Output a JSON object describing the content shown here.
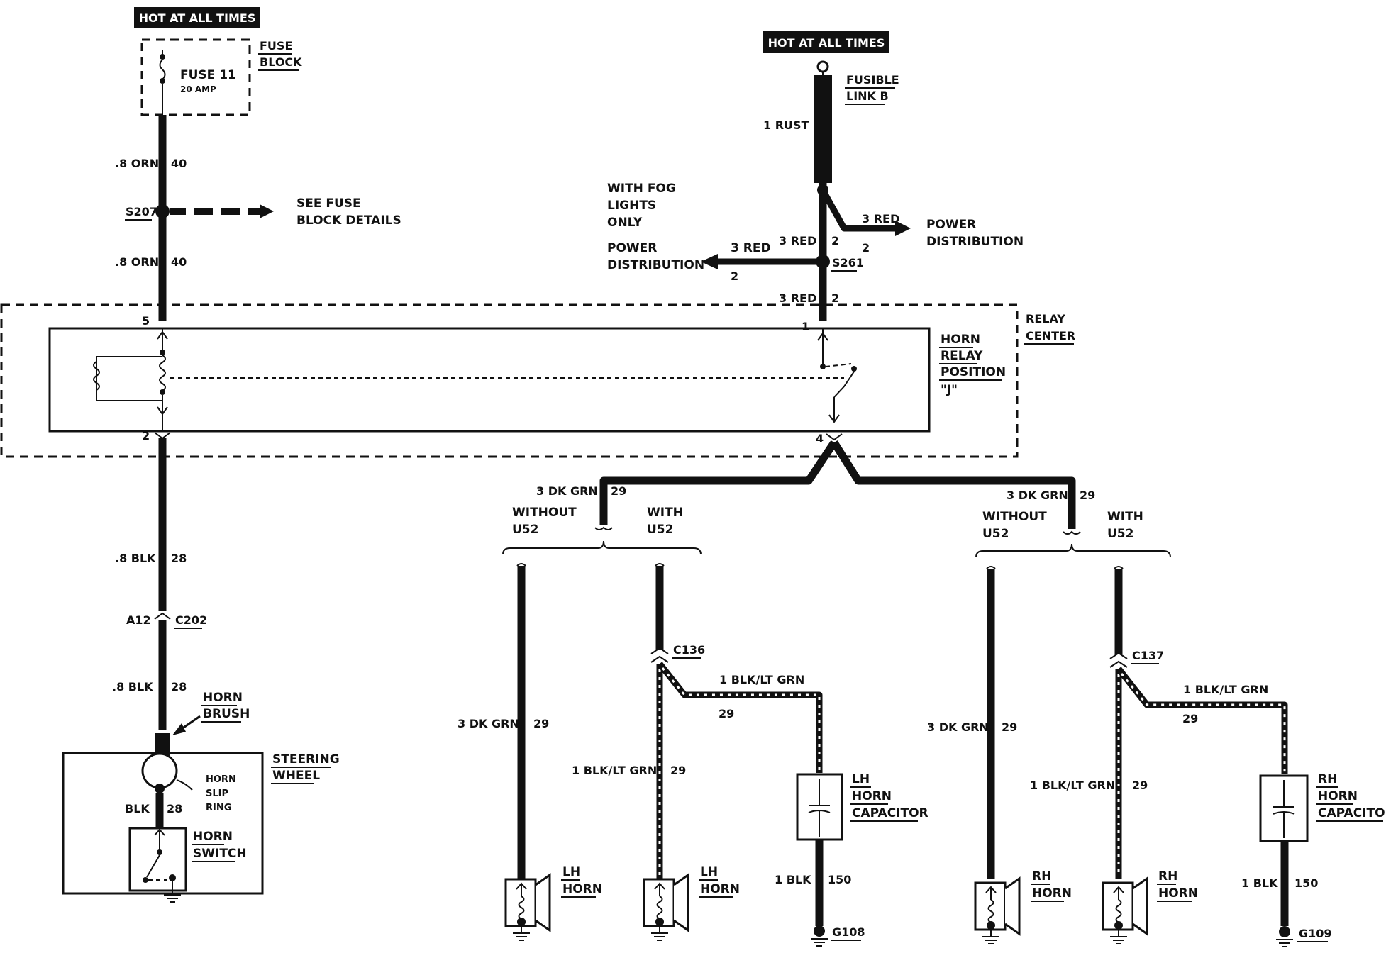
{
  "hot_labels": [
    "HOT AT ALL TIMES",
    "HOT AT ALL TIMES"
  ],
  "fuse": {
    "block_label": [
      "FUSE",
      "BLOCK"
    ],
    "name": "FUSE 11",
    "rating": "20 AMP"
  },
  "fusible_link": {
    "label": [
      "FUSIBLE",
      "LINK B"
    ],
    "wire": "1 RUST"
  },
  "splice_s207": {
    "name": "S207",
    "note": [
      "SEE FUSE",
      "BLOCK DETAILS"
    ]
  },
  "splice_s261": {
    "name": "S261"
  },
  "fog_note": [
    "WITH FOG",
    "LIGHTS",
    "ONLY"
  ],
  "power_distribution": [
    "POWER",
    "DISTRIBUTION"
  ],
  "relay_center": {
    "label": [
      "RELAY",
      "CENTER"
    ]
  },
  "horn_relay": {
    "label": [
      "HORN",
      "RELAY",
      "POSITION",
      "\"J\""
    ]
  },
  "pins": {
    "p5": "5",
    "p2": "2",
    "p1": "1",
    "p4": "4"
  },
  "wires": {
    "orn_size": ".8 ORN",
    "orn_circuit": "40",
    "red_size": "3 RED",
    "red_circuit": "2",
    "blk_size": ".8 BLK",
    "blk_size_b": ".8  BLK",
    "blk_circuit": "28",
    "blk_short": "BLK",
    "dkgrn_size": "3 DK GRN",
    "dkgrn_circuit": "29",
    "blkltgrn_size": "1 BLK/LT GRN",
    "blkltgrn_circuit": "29",
    "gnd_size": "1 BLK",
    "gnd_circuit": "150"
  },
  "connector_c202": {
    "pin": "A12",
    "name": "C202"
  },
  "steering": {
    "label": [
      "STEERING",
      "WHEEL"
    ],
    "brush": [
      "HORN",
      "BRUSH"
    ],
    "slip_ring": [
      "HORN",
      "SLIP",
      "RING"
    ],
    "switch": [
      "HORN",
      "SWITCH"
    ]
  },
  "options": {
    "without": [
      "WITHOUT",
      "U52"
    ],
    "with": [
      "WITH",
      "U52"
    ]
  },
  "connectors": {
    "c136": "C136",
    "c137": "C137"
  },
  "capacitors": {
    "lh": [
      "LH",
      "HORN",
      "CAPACITOR"
    ],
    "rh": [
      "RH",
      "HORN",
      "CAPACITOR"
    ]
  },
  "horns": {
    "lh": [
      "LH",
      "HORN"
    ],
    "rh": [
      "RH",
      "HORN"
    ]
  },
  "grounds": {
    "g108": "G108",
    "g109": "G109"
  }
}
